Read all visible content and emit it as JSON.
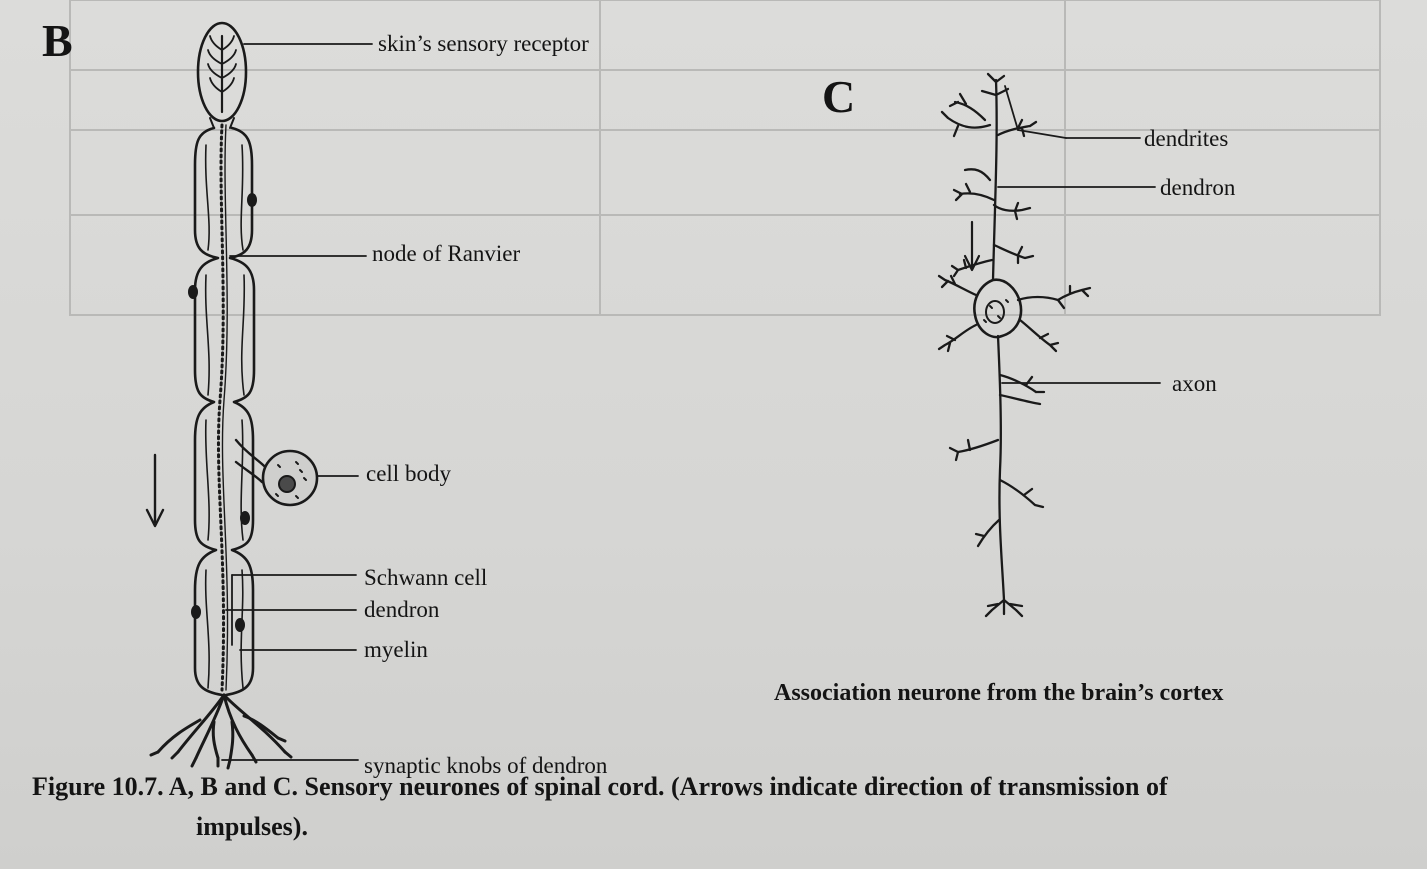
{
  "panel_b": {
    "letter": "B",
    "labels": {
      "receptor": "skin’s sensory receptor",
      "node": "node of Ranvier",
      "cell_body": "cell body",
      "schwann": "Schwann cell",
      "dendron": "dendron",
      "myelin": "myelin",
      "knobs": "synaptic knobs of dendron"
    }
  },
  "panel_c": {
    "letter": "C",
    "labels": {
      "dendrites": "dendrites",
      "dendron": "dendron",
      "axon": "axon"
    },
    "subtitle": "Association neurone from the brain’s cortex"
  },
  "caption": {
    "line1": "Figure 10.7. A, B and C. Sensory neurones of spinal cord. (Arrows indicate direction of transmission of",
    "line2": "impulses)."
  }
}
